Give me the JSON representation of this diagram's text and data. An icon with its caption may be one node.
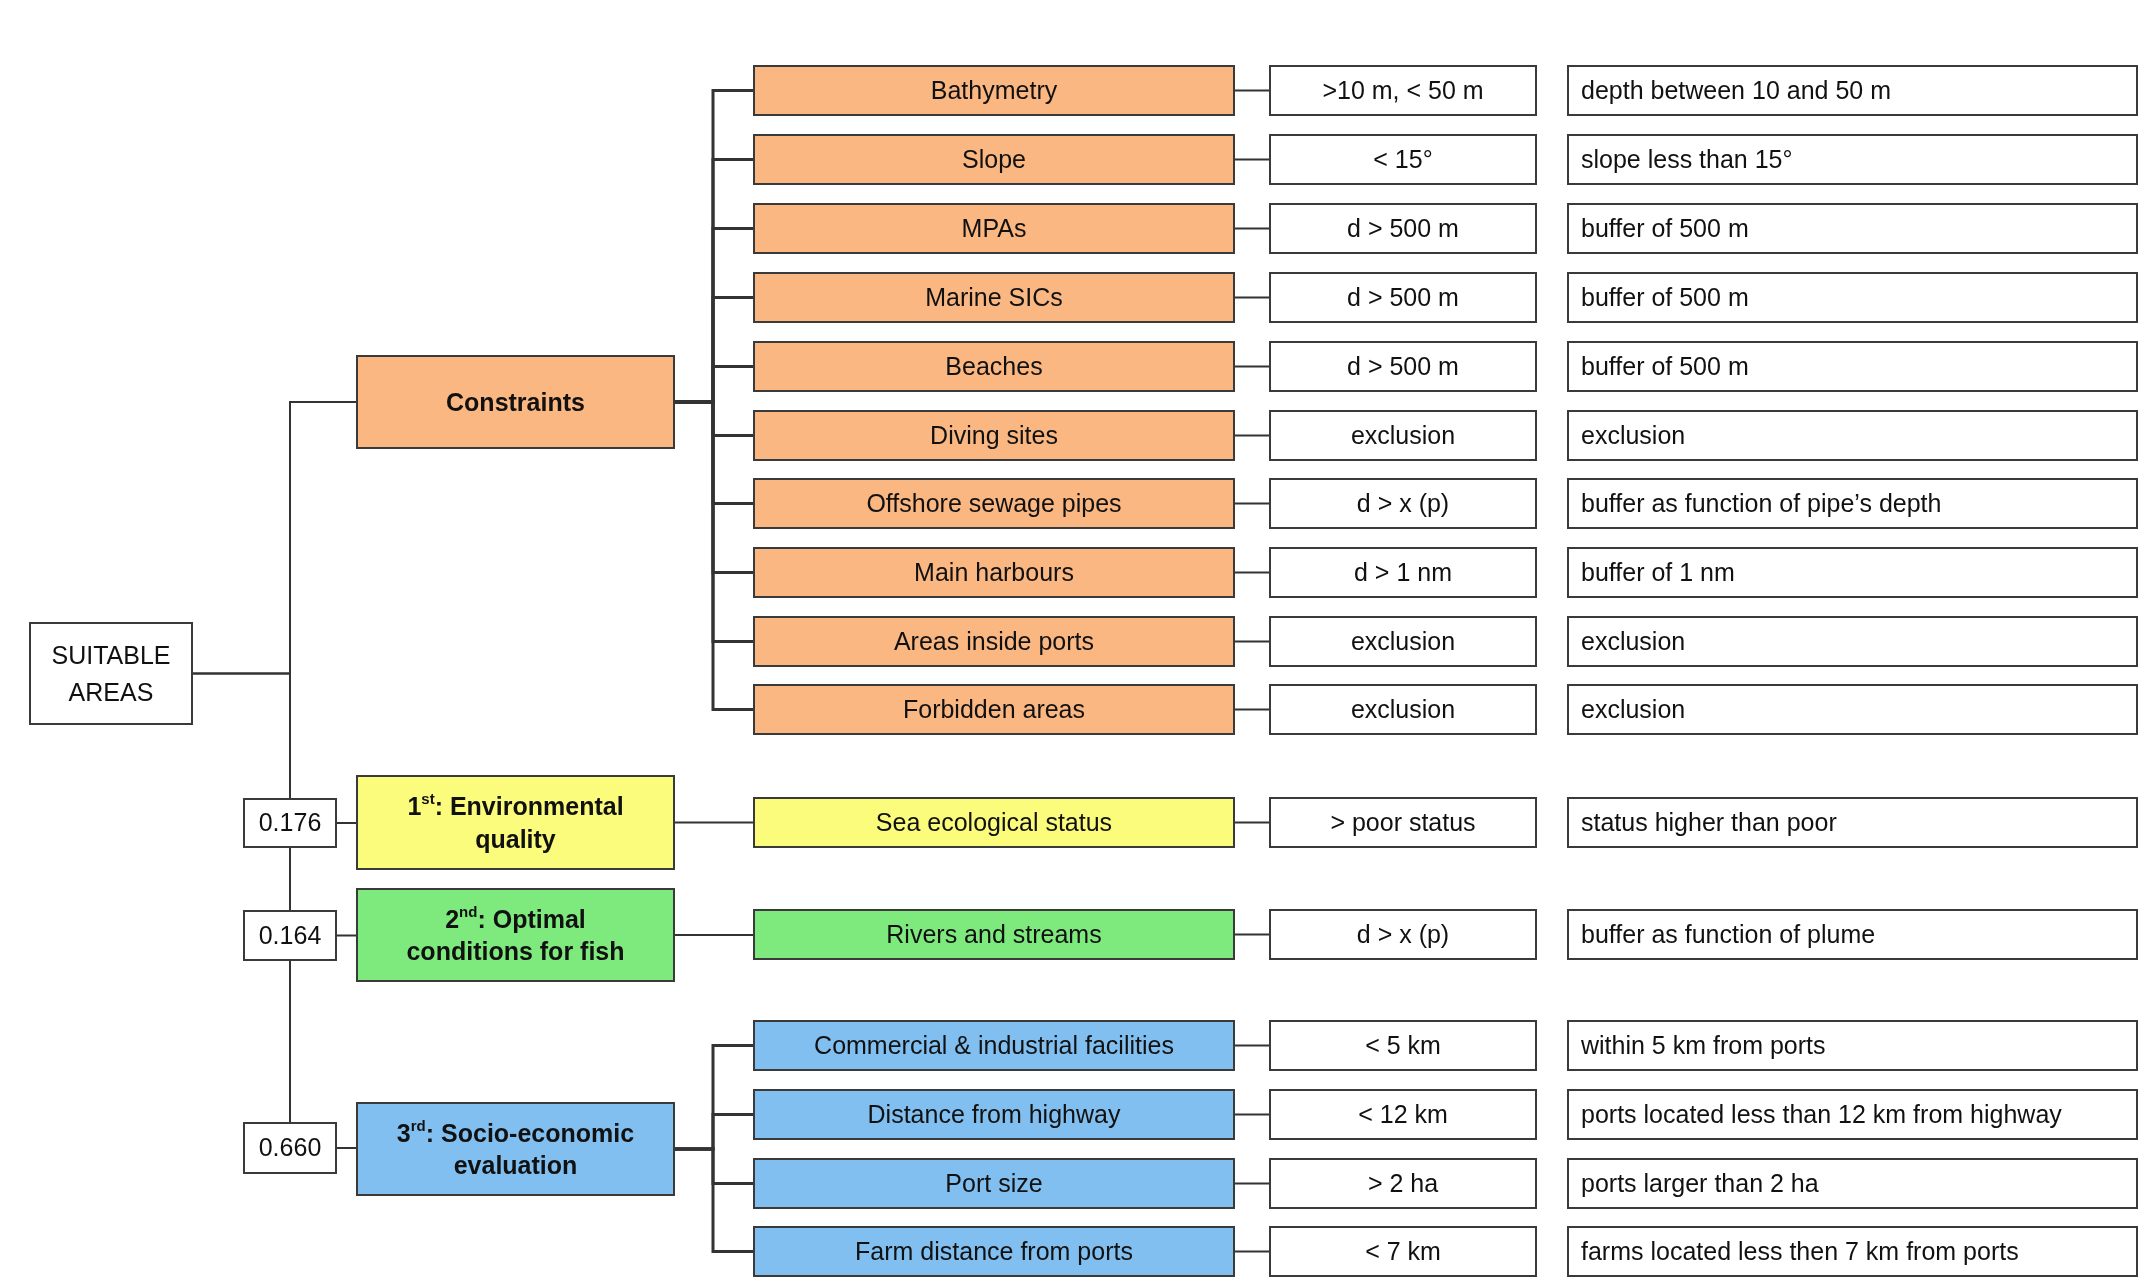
{
  "diagram": {
    "nodes": [
      {
        "text": [
          "SUITABLE AREAS"
        ]
      },
      {
        "text": [
          "Constraints"
        ]
      },
      {
        "text": [
          "0.176"
        ]
      },
      {
        "text": [
          "1$^{st}$: Environmental quality"
        ]
      },
      {
        "text": [
          "0.164"
        ]
      },
      {
        "text": [
          "2$^{nd}$: Optimal conditions for fish"
        ]
      },
      {
        "text": [
          "0.660"
        ]
      },
      {
        "text": [
          "3$^{rd}$: Socio-economic evaluation"
        ]
      },
      {
        "text": [
          "Bathymetry"
        ]
      },
      {
        "text": [
          ">10 m, < 50 m"
        ]
      },
      {
        "text": [
          "depth between 10 and 50 m"
        ]
      },
      {
        "text": [
          "Slope"
        ]
      },
      {
        "text": [
          "< 15°"
        ]
      },
      {
        "text": [
          "slope less than 15°"
        ]
      },
      {
        "text": [
          "MPAs"
        ]
      },
      {
        "text": [
          "d > 500 m"
        ]
      },
      {
        "text": [
          "buffer of 500 m"
        ]
      },
      {
        "text": [
          "Marine SICs"
        ]
      },
      {
        "text": [
          "d > 500 m"
        ]
      },
      {
        "text": [
          "buffer of 500 m"
        ]
      },
      {
        "text": [
          "Beaches"
        ]
      },
      {
        "text": [
          "d > 500 m"
        ]
      },
      {
        "text": [
          "buffer of 500 m"
        ]
      },
      {
        "text": [
          "Diving sites"
        ]
      },
      {
        "text": [
          "exclusion"
        ]
      },
      {
        "text": [
          "exclusion"
        ]
      },
      {
        "text": [
          "Offshore sewage pipes"
        ]
      },
      {
        "text": [
          "d > x (p)"
        ]
      },
      {
        "text": [
          "buffer as function of pipe’s depth"
        ]
      },
      {
        "text": [
          "Main harbours"
        ]
      },
      {
        "text": [
          "d > 1 nm"
        ]
      },
      {
        "text": [
          "buffer of 1 nm"
        ]
      },
      {
        "text": [
          "Areas inside ports"
        ]
      },
      {
        "text": [
          "exclusion"
        ]
      },
      {
        "text": [
          "exclusion"
        ]
      },
      {
        "text": [
          "Forbidden areas"
        ]
      },
      {
        "text": [
          "exclusion"
        ]
      },
      {
        "text": [
          "exclusion"
        ]
      },
      {
        "text": [
          "Sea ecological status"
        ]
      },
      {
        "text": [
          "> poor status"
        ]
      },
      {
        "text": [
          "status higher than poor"
        ]
      },
      {
        "text": [
          "Rivers and streams"
        ]
      },
      {
        "text": [
          "d > x (p)"
        ]
      },
      {
        "text": [
          "buffer as function of plume"
        ]
      },
      {
        "text": [
          "Commercial & industrial facilities"
        ]
      },
      {
        "text": [
          "< 5 km"
        ]
      },
      {
        "text": [
          "within 5 km from ports"
        ]
      },
      {
        "text": [
          "Distance from highway"
        ]
      },
      {
        "text": [
          "< 12 km"
        ]
      },
      {
        "text": [
          "ports located less than 12 km from highway"
        ]
      },
      {
        "text": [
          "Port size"
        ]
      },
      {
        "text": [
          "> 2 ha"
        ]
      },
      {
        "text": [
          "ports larger than 2 ha"
        ]
      },
      {
        "text": [
          "Farm distance from ports"
        ]
      },
      {
        "text": [
          "< 7 km"
        ]
      },
      {
        "text": [
          "farms located less then 7 km from ports"
        ]
      }
    ],
    "edges": [
      {
        "from": 0,
        "to": 1,
        "arrow": "none"
      },
      {
        "from": 0,
        "to": 2,
        "arrow": "none"
      },
      {
        "from": 2,
        "to": 4,
        "arrow": "none"
      },
      {
        "from": 4,
        "to": 6,
        "arrow": "none"
      },
      {
        "from": 2,
        "to": 3,
        "arrow": "none"
      },
      {
        "from": 4,
        "to": 5,
        "arrow": "none"
      },
      {
        "from": 6,
        "to": 7,
        "arrow": "none"
      },
      {
        "from": 1,
        "to": 8,
        "arrow": "none"
      },
      {
        "from": 1,
        "to": 11,
        "arrow": "none"
      },
      {
        "from": 1,
        "to": 14,
        "arrow": "none"
      },
      {
        "from": 1,
        "to": 17,
        "arrow": "none"
      },
      {
        "from": 1,
        "to": 20,
        "arrow": "none"
      },
      {
        "from": 1,
        "to": 23,
        "arrow": "none"
      },
      {
        "from": 1,
        "to": 26,
        "arrow": "none"
      },
      {
        "from": 1,
        "to": 29,
        "arrow": "none"
      },
      {
        "from": 1,
        "to": 32,
        "arrow": "none"
      },
      {
        "from": 1,
        "to": 35,
        "arrow": "none"
      },
      {
        "from": 3,
        "to": 38,
        "arrow": "none"
      },
      {
        "from": 5,
        "to": 41,
        "arrow": "none"
      },
      {
        "from": 7,
        "to": 44,
        "arrow": "none"
      },
      {
        "from": 7,
        "to": 47,
        "arrow": "none"
      },
      {
        "from": 7,
        "to": 50,
        "arrow": "none"
      },
      {
        "from": 7,
        "to": 53,
        "arrow": "none"
      },
      {
        "from": 8,
        "to": 9,
        "arrow": "none"
      },
      {
        "from": 11,
        "to": 12,
        "arrow": "none"
      },
      {
        "from": 14,
        "to": 15,
        "arrow": "none"
      },
      {
        "from": 17,
        "to": 18,
        "arrow": "none"
      },
      {
        "from": 20,
        "to": 21,
        "arrow": "none"
      },
      {
        "from": 23,
        "to": 24,
        "arrow": "none"
      },
      {
        "from": 26,
        "to": 27,
        "arrow": "none"
      },
      {
        "from": 29,
        "to": 30,
        "arrow": "none"
      },
      {
        "from": 32,
        "to": 33,
        "arrow": "none"
      },
      {
        "from": 35,
        "to": 36,
        "arrow": "none"
      },
      {
        "from": 38,
        "to": 39,
        "arrow": "none"
      },
      {
        "from": 41,
        "to": 42,
        "arrow": "none"
      },
      {
        "from": 44,
        "to": 45,
        "arrow": "none"
      },
      {
        "from": 47,
        "to": 48,
        "arrow": "none"
      },
      {
        "from": 50,
        "to": 51,
        "arrow": "none"
      },
      {
        "from": 53,
        "to": 54,
        "arrow": "none"
      }
    ]
  }
}
